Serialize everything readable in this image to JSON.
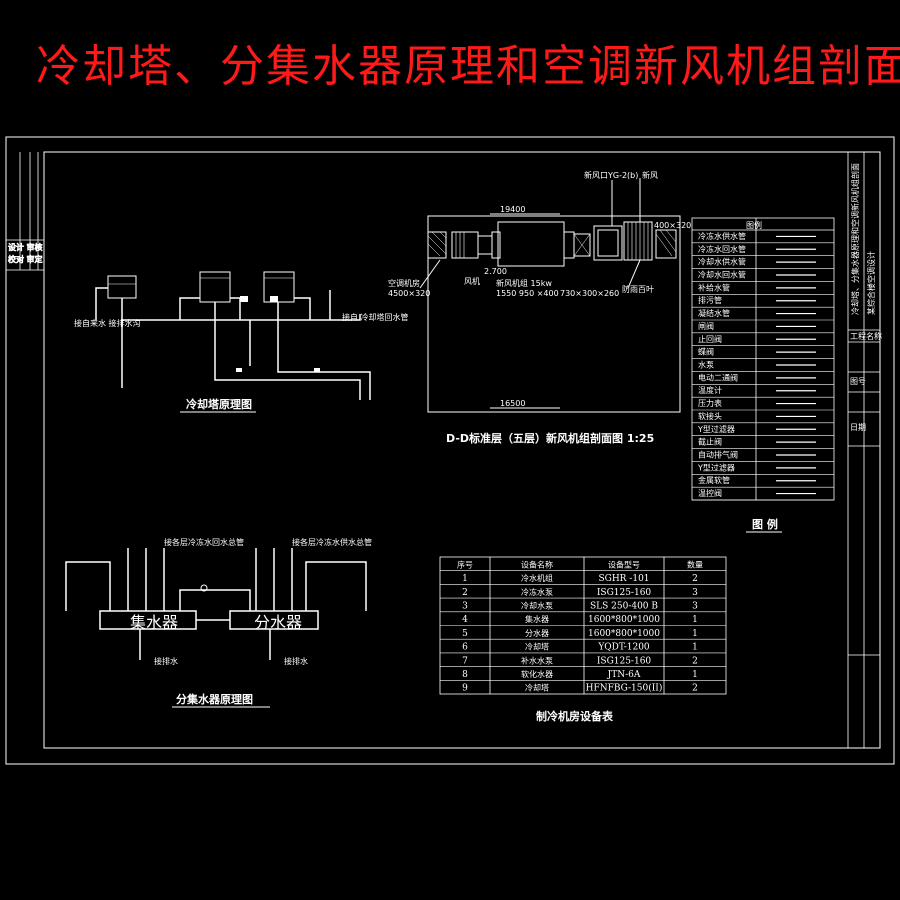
{
  "title": "冷却塔、分集水器原理和空调新风机组剖面",
  "cooling_tower": {
    "caption": "冷却塔原理图",
    "label_left": "接自来水 接排水沟",
    "label_right": "接自 冷却塔回水管"
  },
  "section": {
    "caption": "D-D标准层（五层）新风机组剖面图 1:25",
    "dim_top": "19400",
    "dim_bottom": "16500",
    "label_left": "空调机房",
    "label_left2": "4500×320",
    "label_fan": "风机",
    "label_el": "2.700",
    "label_unit": "新风机组 15kw",
    "label_unit2": "1550  950  ×400",
    "label_box": "730×300×260",
    "label_hood": "防雨百叶",
    "label_top": "新风口YG-2(b)",
    "label_top2": "新风",
    "label_right": "400×320"
  },
  "legend": {
    "caption": "图 例",
    "header": "图例",
    "items": [
      "冷冻水供水管",
      "冷冻水回水管",
      "冷却水供水管",
      "冷却水回水管",
      "补给水管",
      "排污管",
      "凝结水管",
      "闸阀",
      "止回阀",
      "蝶阀",
      "水泵",
      "电动二通阀",
      "温度计",
      "压力表",
      "软接头",
      "Y型过滤器",
      "截止阀",
      "自动排气阀",
      "Y型过滤器",
      "金属软管",
      "温控阀"
    ]
  },
  "manifold": {
    "caption": "分集水器原理图",
    "collector": "集水器",
    "distributor": "分水器",
    "label_left": "接各层冷冻水回水总管",
    "label_right": "接各层冷冻水供水总管",
    "drain_left": "接排水",
    "drain_right": "接排水"
  },
  "equipment_table": {
    "caption": "制冷机房设备表",
    "headers": [
      "序号",
      "设备名称",
      "设备型号",
      "数量"
    ],
    "rows": [
      [
        "1",
        "冷水机组",
        "SGHR -101",
        "2"
      ],
      [
        "2",
        "冷冻水泵",
        "ISG125-160",
        "3"
      ],
      [
        "3",
        "冷却水泵",
        "SLS 250-400  B",
        "3"
      ],
      [
        "4",
        "集水器",
        "1600*800*1000",
        "1"
      ],
      [
        "5",
        "分水器",
        "1600*800*1000",
        "1"
      ],
      [
        "6",
        "冷却塔",
        "YQDT-1200",
        "1"
      ],
      [
        "7",
        "补水水泵",
        "ISG125-160",
        "2"
      ],
      [
        "8",
        "软化水器",
        "JTN-6A",
        "1"
      ],
      [
        "9",
        "冷却塔",
        "HFNFBG-150(II)",
        "2"
      ]
    ]
  },
  "title_block": {
    "col_a": "设计 审核",
    "col_b": "校对 审定",
    "rotated_title": "冷却塔、分集水器原理和空调新风机组剖面",
    "rotated_sub": "某综合楼空调设计",
    "label_project": "工程名称",
    "label_drawing": "图号",
    "label_date": "日期"
  }
}
